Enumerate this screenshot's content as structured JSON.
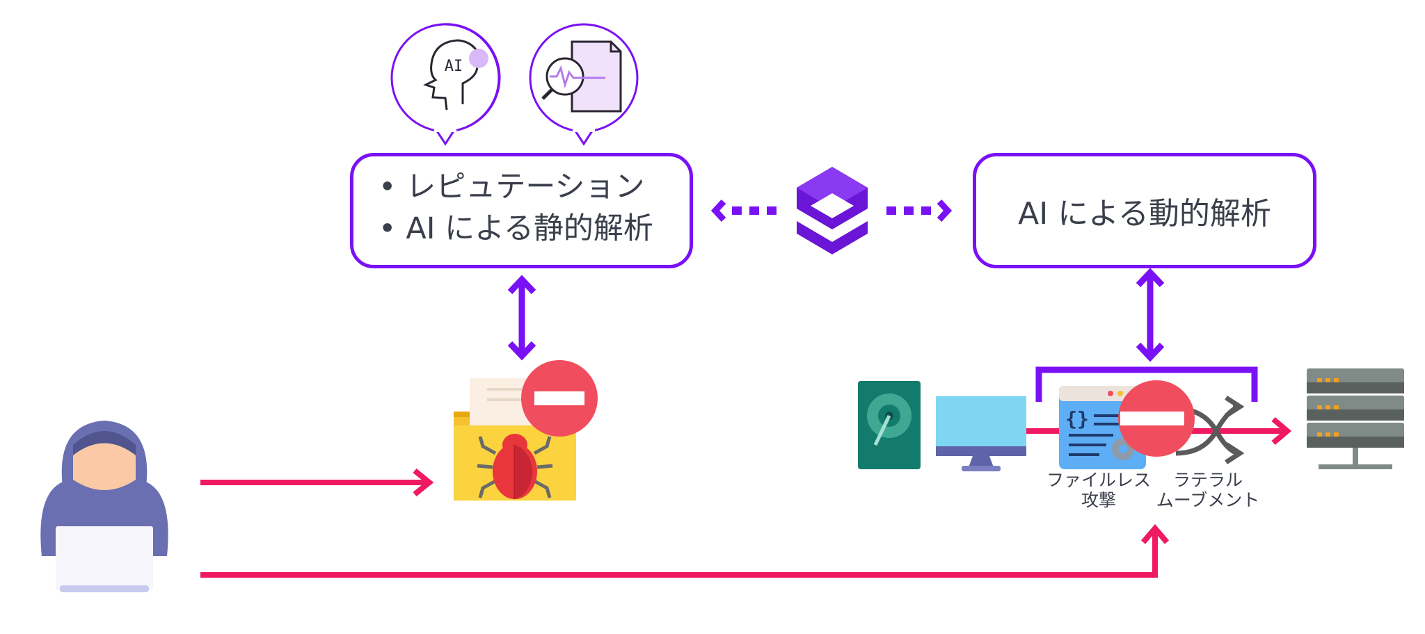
{
  "static_box": {
    "items": [
      "レピュテーション",
      "AI による静的解析"
    ]
  },
  "dynamic_box": {
    "label": "AI による動的解析"
  },
  "icons": {
    "ai_bubble": {
      "name": "ai-head-icon",
      "text": "AI"
    },
    "scan_bubble": {
      "name": "file-scan-icon"
    },
    "center_logo": {
      "name": "security-logo-icon"
    },
    "hacker": {
      "name": "hacker-icon"
    },
    "infected_folder": {
      "name": "bug-folder-icon"
    },
    "blocked_static": {
      "name": "block-icon"
    },
    "blocked_dynamic": {
      "name": "block-icon"
    },
    "drive": {
      "name": "hard-drive-icon"
    },
    "monitor": {
      "name": "monitor-icon"
    },
    "code_window": {
      "name": "code-window-icon"
    },
    "shuffle": {
      "name": "lateral-arrows-icon"
    },
    "server": {
      "name": "server-icon"
    }
  },
  "labels": {
    "fileless": [
      "ファイルレス",
      "攻撃"
    ],
    "lateral": [
      "ラテラル",
      "ムーブメント"
    ]
  },
  "colors": {
    "accent": "#7a11f5",
    "attack": "#ef1a63",
    "block": "#f04e5e",
    "text": "#3a3f4b"
  }
}
